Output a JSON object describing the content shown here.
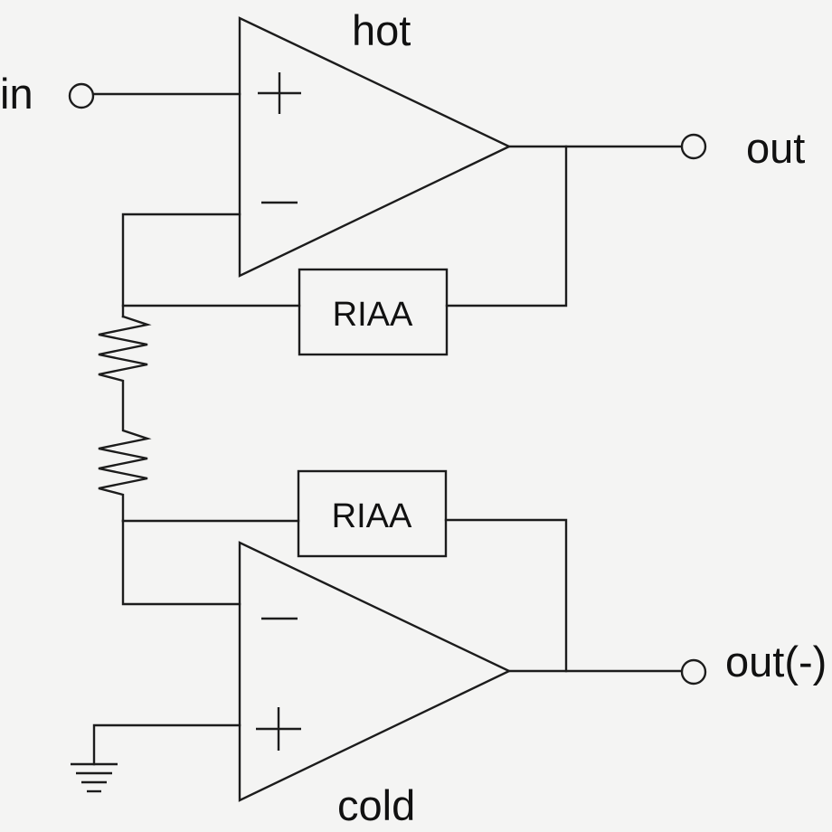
{
  "labels": {
    "input": "in",
    "output": "out",
    "output_neg": "out(-)",
    "top_amp": "hot",
    "bottom_amp": "cold"
  },
  "components": {
    "filter_top": "RIAA",
    "filter_bottom": "RIAA"
  },
  "icons": {
    "opamp_top": "opamp-icon",
    "opamp_bottom": "opamp-icon",
    "ground": "ground-icon",
    "resistor_top": "resistor-icon",
    "resistor_bottom": "resistor-icon",
    "terminal": "circle-terminal-icon"
  },
  "colors": {
    "background": "#f4f4f3",
    "line": "#1c1c1c"
  }
}
